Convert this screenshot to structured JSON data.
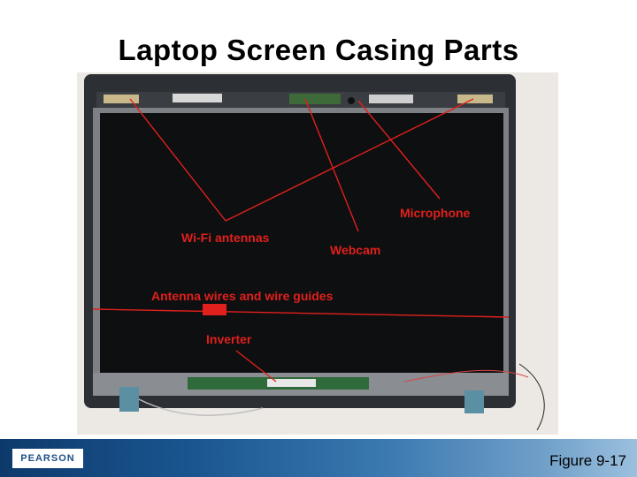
{
  "title": "Laptop Screen Casing Parts",
  "labels": {
    "microphone": "Microphone",
    "wifi": "Wi-Fi antennas",
    "webcam": "Webcam",
    "antenna_wires": "Antenna wires and wire guides",
    "inverter": "Inverter"
  },
  "footer": {
    "logo": "PEARSON",
    "figure": "Figure 9-17"
  },
  "colors": {
    "label_red": "#e0201c",
    "footer_blue": "#1a5590"
  }
}
